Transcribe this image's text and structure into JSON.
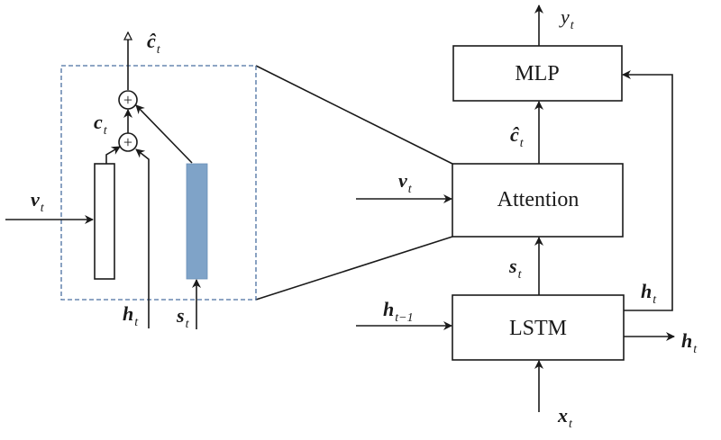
{
  "blocks": {
    "mlp": "MLP",
    "attention": "Attention",
    "lstm": "LSTM"
  },
  "symbols": {
    "v": "v",
    "h": "h",
    "s": "s",
    "x": "x",
    "y": "y",
    "c": "c",
    "c_hat": "ĉ"
  },
  "subscripts": {
    "t": "t",
    "t_minus_1": "t−1"
  },
  "colors": {
    "ink": "#1a1a1a",
    "dashed_border": "#4a6fa0",
    "bar_fill": "#7fa3c8"
  }
}
